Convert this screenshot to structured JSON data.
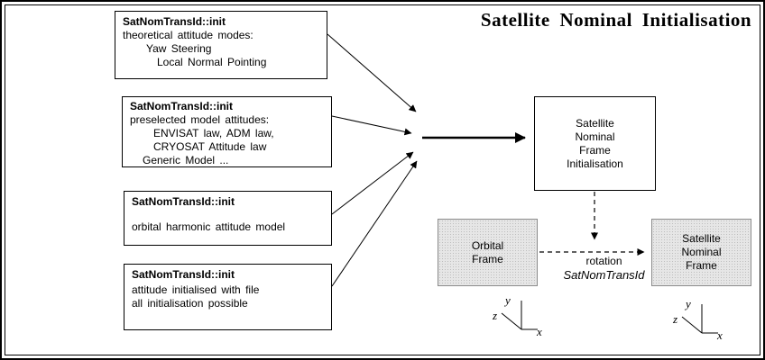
{
  "title": "Satellite Nominal Initialisation",
  "boxes": {
    "modes": {
      "heading": "SatNomTransId::init",
      "line1": "theoretical attitude modes:",
      "line2": "Yaw Steering",
      "line3": "Local Normal Pointing"
    },
    "models": {
      "heading": "SatNomTransId::init",
      "line1": "preselected model attitudes:",
      "line2": "ENVISAT law, ADM law,",
      "line3": "CRYOSAT Attitude law",
      "line4": "Generic Model ..."
    },
    "harmonic": {
      "heading": "SatNomTransId::init",
      "line1": "orbital harmonic attitude model"
    },
    "file": {
      "heading": "SatNomTransId::init",
      "line1": "attitude initialised with file",
      "line2": "all initialisation possible"
    },
    "snf_init": {
      "line1": "Satellite",
      "line2": "Nominal",
      "line3": "Frame",
      "line4": "Initialisation"
    },
    "orbital_frame": {
      "line1": "Orbital",
      "line2": "Frame"
    },
    "satellite_nominal_frame": {
      "line1": "Satellite",
      "line2": "Nominal",
      "line3": "Frame"
    }
  },
  "rotation": {
    "label": "rotation",
    "transform": "SatNomTransId"
  },
  "axes": {
    "x": "x",
    "y": "y",
    "z": "z"
  },
  "colors": {
    "line": "#000000",
    "frame_box_bg": "#d8d8d8"
  }
}
